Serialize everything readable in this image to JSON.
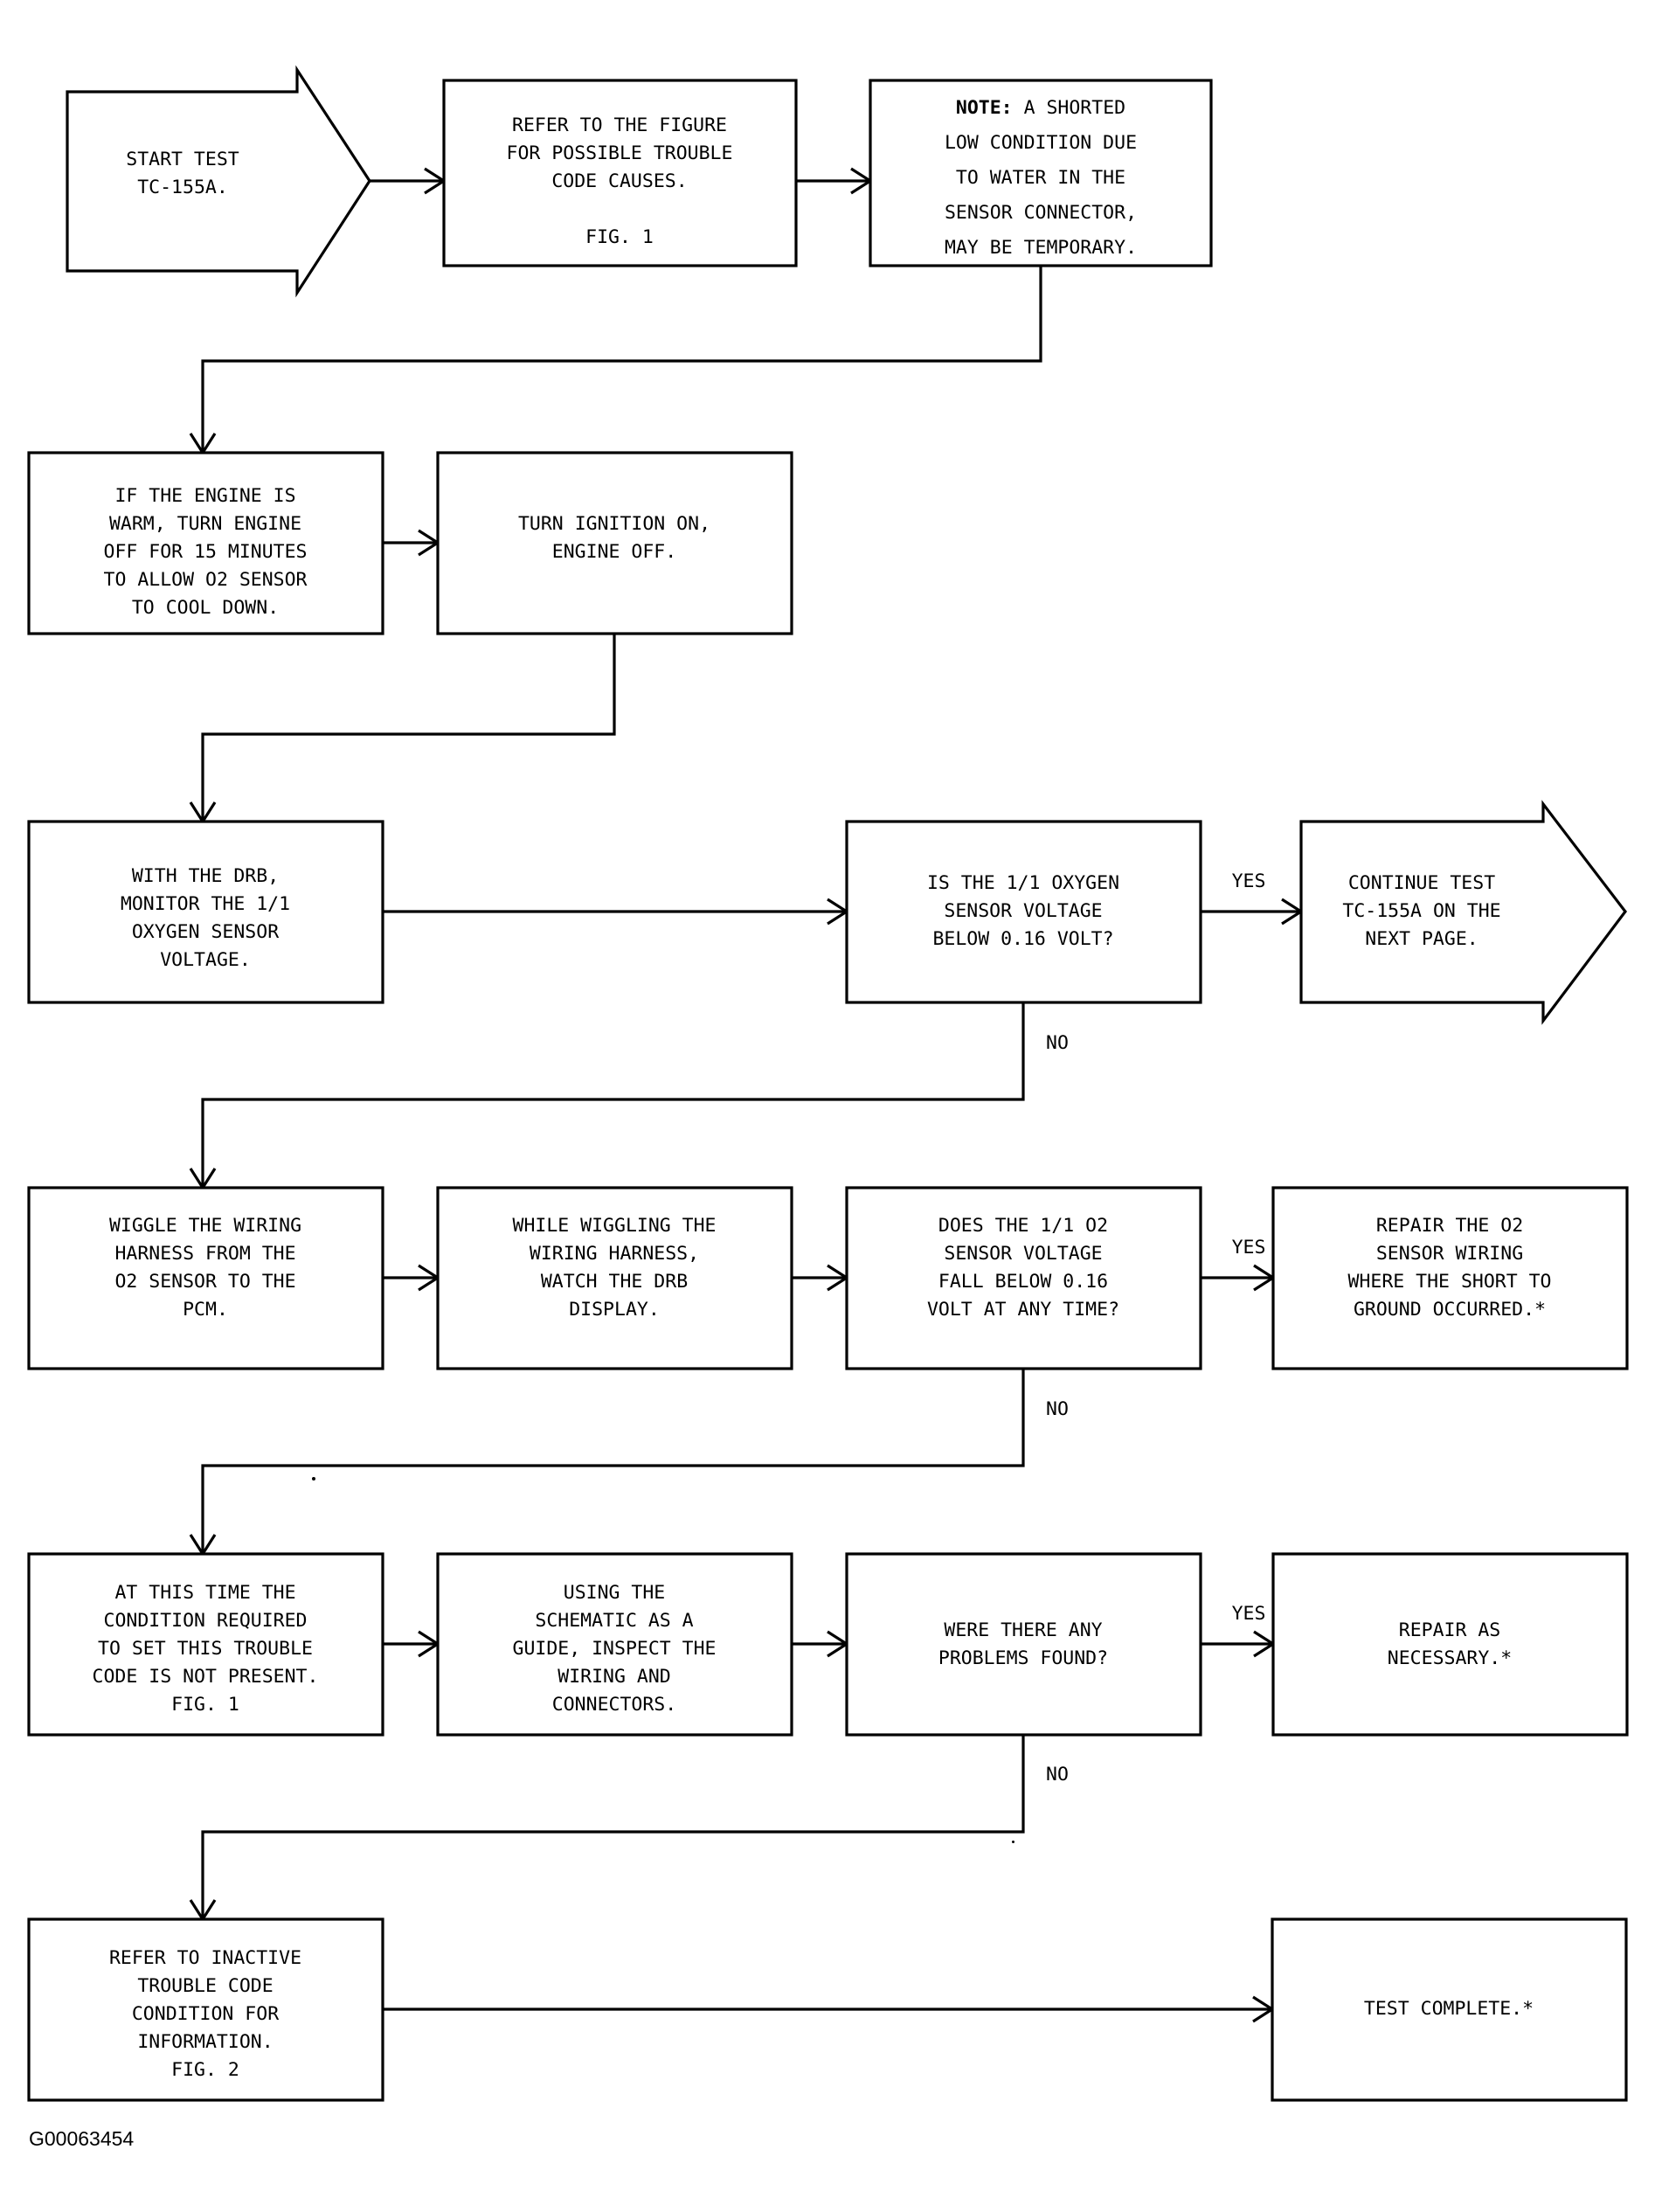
{
  "document": {
    "type": "automotive-diagnostic-flowchart",
    "footer_code": "G00063454"
  },
  "nodes": {
    "start_test": {
      "shape": "pentagon-right",
      "lines": [
        "START TEST",
        "TC-155A."
      ]
    },
    "refer_figure": {
      "shape": "rect",
      "lines": [
        "REFER TO THE FIGURE",
        "FOR POSSIBLE TROUBLE",
        "CODE CAUSES.",
        "",
        "FIG. 1"
      ]
    },
    "note_shorted": {
      "shape": "rect",
      "note_label": "NOTE:",
      "lines": [
        "NOTE: A SHORTED",
        "LOW CONDITION DUE",
        "TO WATER IN THE",
        "SENSOR CONNECTOR,",
        "MAY BE TEMPORARY."
      ]
    },
    "cool_down": {
      "shape": "rect",
      "lines": [
        "IF THE ENGINE IS",
        "WARM, TURN ENGINE",
        "OFF FOR 15 MINUTES",
        "TO ALLOW O2 SENSOR",
        "TO COOL DOWN."
      ]
    },
    "ignition_on": {
      "shape": "rect",
      "lines": [
        "TURN IGNITION ON,",
        "ENGINE OFF."
      ]
    },
    "monitor_drb": {
      "shape": "rect",
      "lines": [
        "WITH THE DRB,",
        "MONITOR THE 1/1",
        "OXYGEN SENSOR",
        "VOLTAGE."
      ]
    },
    "voltage_below": {
      "shape": "rect",
      "lines": [
        "IS THE 1/1 OXYGEN",
        "SENSOR VOLTAGE",
        "BELOW 0.16 VOLT?"
      ]
    },
    "continue_next_page": {
      "shape": "pentagon-right",
      "lines": [
        "CONTINUE TEST",
        "TC-155A ON THE",
        "NEXT PAGE."
      ]
    },
    "wiggle_harness": {
      "shape": "rect",
      "lines": [
        "WIGGLE THE WIRING",
        "HARNESS FROM THE",
        "O2 SENSOR TO THE",
        "PCM."
      ]
    },
    "watch_display": {
      "shape": "rect",
      "lines": [
        "WHILE WIGGLING THE",
        "WIRING HARNESS,",
        "WATCH THE DRB",
        "DISPLAY."
      ]
    },
    "voltage_fall": {
      "shape": "rect",
      "lines": [
        "DOES THE 1/1 O2",
        "SENSOR VOLTAGE",
        "FALL BELOW 0.16",
        "VOLT AT ANY TIME?"
      ]
    },
    "repair_wiring": {
      "shape": "rect",
      "lines": [
        "REPAIR THE O2",
        "SENSOR WIRING",
        "WHERE THE SHORT TO",
        "GROUND OCCURRED.*"
      ]
    },
    "condition_not_present": {
      "shape": "rect",
      "lines": [
        "AT THIS TIME THE",
        "CONDITION REQUIRED",
        "TO SET THIS TROUBLE",
        "CODE IS NOT PRESENT.",
        "FIG. 1"
      ]
    },
    "inspect_wiring": {
      "shape": "rect",
      "lines": [
        "USING THE",
        "SCHEMATIC AS A",
        "GUIDE, INSPECT THE",
        "WIRING AND",
        "CONNECTORS."
      ]
    },
    "problems_found": {
      "shape": "rect",
      "lines": [
        "WERE THERE ANY",
        "PROBLEMS FOUND?"
      ]
    },
    "repair_necessary": {
      "shape": "rect",
      "lines": [
        "REPAIR AS",
        "NECESSARY.*"
      ]
    },
    "refer_inactive": {
      "shape": "rect",
      "lines": [
        "REFER TO INACTIVE",
        "TROUBLE CODE",
        "CONDITION FOR",
        "INFORMATION.",
        "FIG. 2"
      ]
    },
    "test_complete": {
      "shape": "rect",
      "lines": [
        "TEST COMPLETE.*"
      ]
    }
  },
  "edge_labels": {
    "yes_row3": "YES",
    "no_row3": "NO",
    "yes_row4": "YES",
    "no_row4": "NO",
    "yes_row5": "YES",
    "no_row5": "NO"
  },
  "colors": {
    "ink": "#000000",
    "paper": "#ffffff"
  }
}
